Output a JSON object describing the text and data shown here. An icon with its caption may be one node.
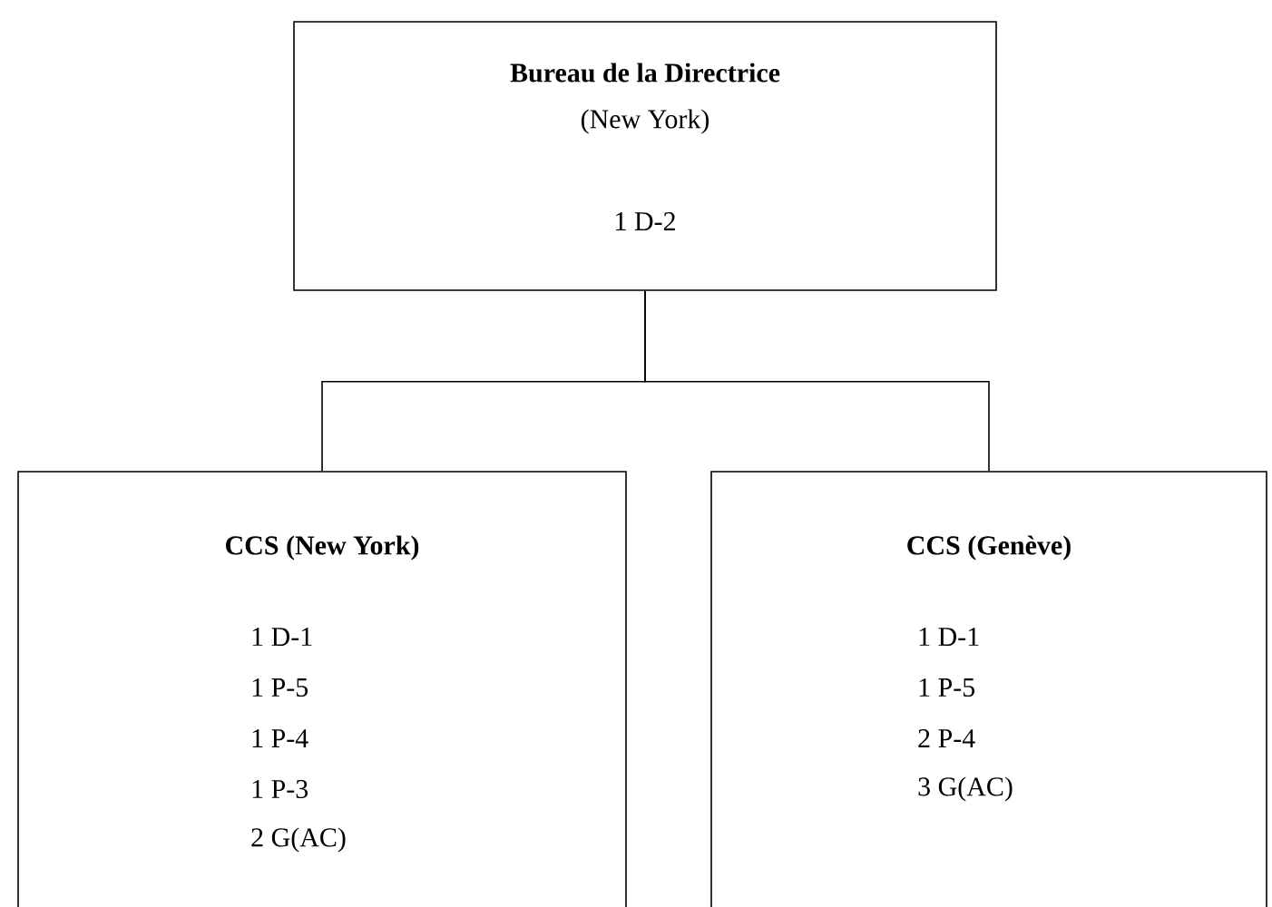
{
  "diagram": {
    "nodes": [
      {
        "text": [
          "Bureau de la Directrice",
          "(New York)",
          "1 D-2"
        ]
      },
      {
        "text": [
          "CCS (New York)",
          "1 D-1",
          "1 P-5",
          "1 P-4",
          "1 P-3",
          "2 G(AC)"
        ]
      },
      {
        "text": [
          "CCS (Genève)",
          "1 D-1",
          "1 P-5",
          "2 P-4",
          "3 G(AC)"
        ]
      }
    ],
    "edges": [
      {
        "from": 0,
        "to": 1,
        "arrow": "none"
      },
      {
        "from": 0,
        "to": 2,
        "arrow": "none"
      }
    ]
  }
}
